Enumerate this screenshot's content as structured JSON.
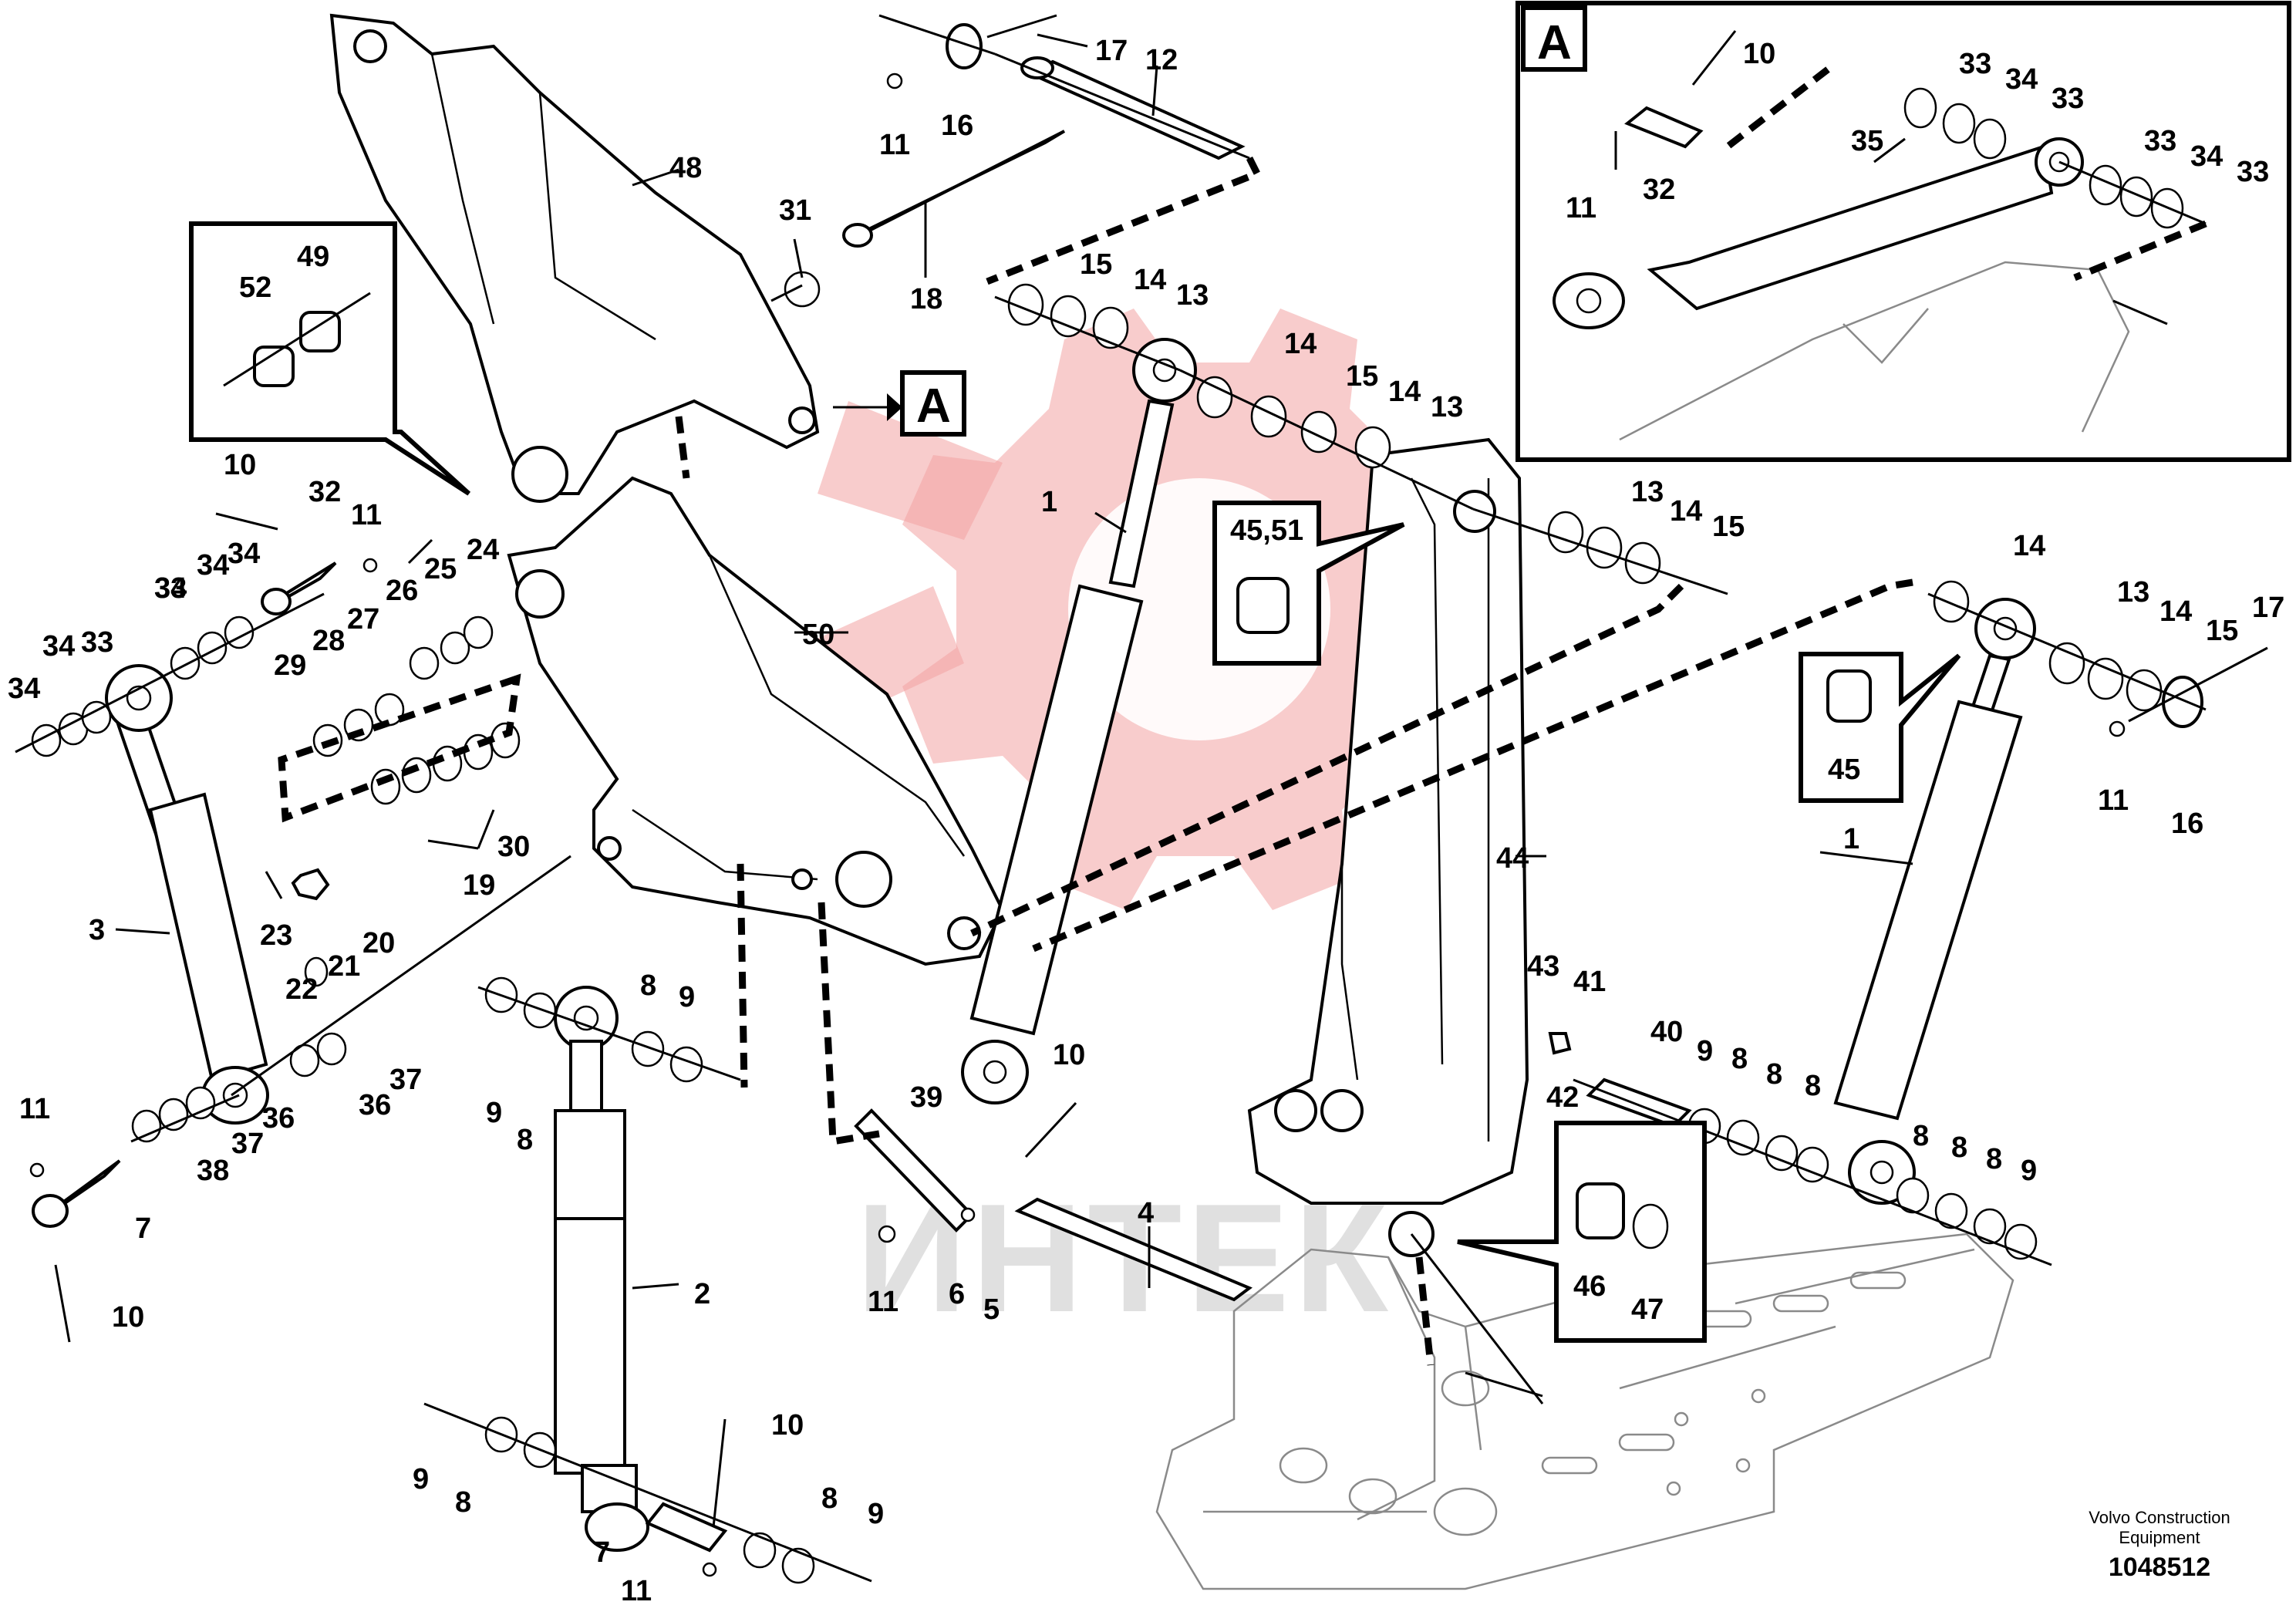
{
  "brand_line1": "Volvo Construction",
  "brand_line2": "Equipment",
  "figure_number": "1048512",
  "watermark_text": "ИНТЕК",
  "detail_box_letter": "A",
  "detail_callout_letter": "A",
  "labels": {
    "l1a": "1",
    "l1b": "1",
    "l2": "2",
    "l3": "3",
    "l4": "4",
    "l5": "5",
    "l6": "6",
    "l7a": "7",
    "l7b": "7",
    "l8a": "8",
    "l8b": "8",
    "l8c": "8",
    "l8d": "8",
    "l8e": "8",
    "l8f": "8",
    "l8g": "8",
    "l8h": "8",
    "l8i": "8",
    "l9a": "9",
    "l9b": "9",
    "l9c": "9",
    "l9d": "9",
    "l9e": "9",
    "l9f": "9",
    "l10a": "10",
    "l10b": "10",
    "l10c": "10",
    "l10d": "10",
    "l10e": "10",
    "l11a": "11",
    "l11b": "11",
    "l11c": "11",
    "l11d": "11",
    "l11e": "11",
    "l11f": "11",
    "l11g": "11",
    "l12": "12",
    "l13a": "13",
    "l13b": "13",
    "l13c": "13",
    "l13d": "13",
    "l14a": "14",
    "l14b": "14",
    "l14c": "14",
    "l14d": "14",
    "l14e": "14",
    "l14f": "14",
    "l15a": "15",
    "l15b": "15",
    "l15c": "15",
    "l15d": "15",
    "l16a": "16",
    "l16b": "16",
    "l17a": "17",
    "l17b": "17",
    "l18": "18",
    "l19": "19",
    "l20": "20",
    "l21": "21",
    "l22": "22",
    "l23": "23",
    "l24": "24",
    "l25": "25",
    "l26": "26",
    "l27": "27",
    "l28": "28",
    "l29": "29",
    "l30": "30",
    "l31": "31",
    "l32a": "32",
    "l32b": "32",
    "l33a": "33",
    "l33b": "33",
    "l33c": "33",
    "l33d": "33",
    "l33e": "33",
    "l33f": "33",
    "l33g": "33",
    "l34a": "34",
    "l34b": "34",
    "l34c": "34",
    "l34d": "34",
    "l34e": "34",
    "l35": "35",
    "l36a": "36",
    "l36b": "36",
    "l37a": "37",
    "l37b": "37",
    "l38": "38",
    "l39": "39",
    "l40": "40",
    "l41": "41",
    "l42": "42",
    "l43": "43",
    "l44": "44",
    "l45a": "45,51",
    "l45b": "45",
    "l46": "46",
    "l47": "47",
    "l48": "48",
    "l49": "49",
    "l50": "50",
    "l52": "52"
  }
}
